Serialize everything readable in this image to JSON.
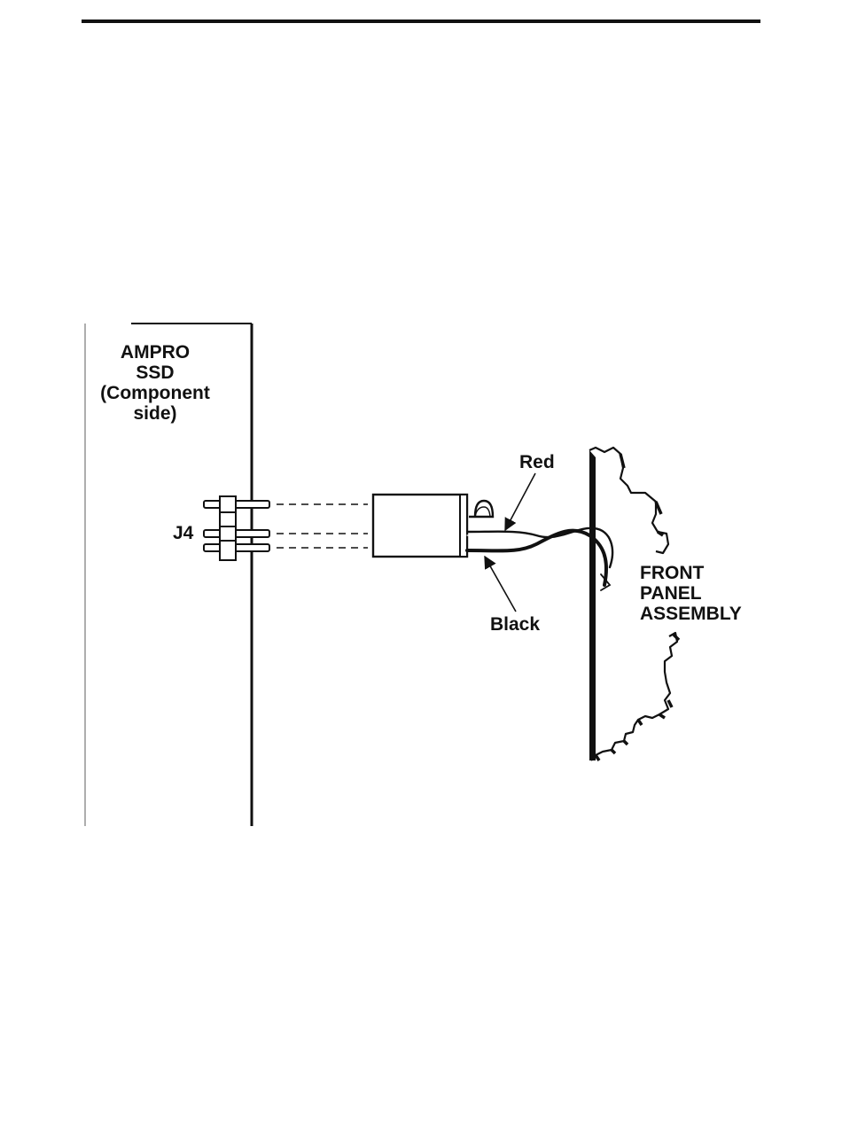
{
  "diagram": {
    "board_label": [
      "AMPRO",
      "SSD",
      "(Component",
      "side)"
    ],
    "connector_label": "J4",
    "wire_red_label": "Red",
    "wire_black_label": "Black",
    "panel_label": [
      "FRONT",
      "PANEL",
      "ASSEMBLY"
    ]
  }
}
